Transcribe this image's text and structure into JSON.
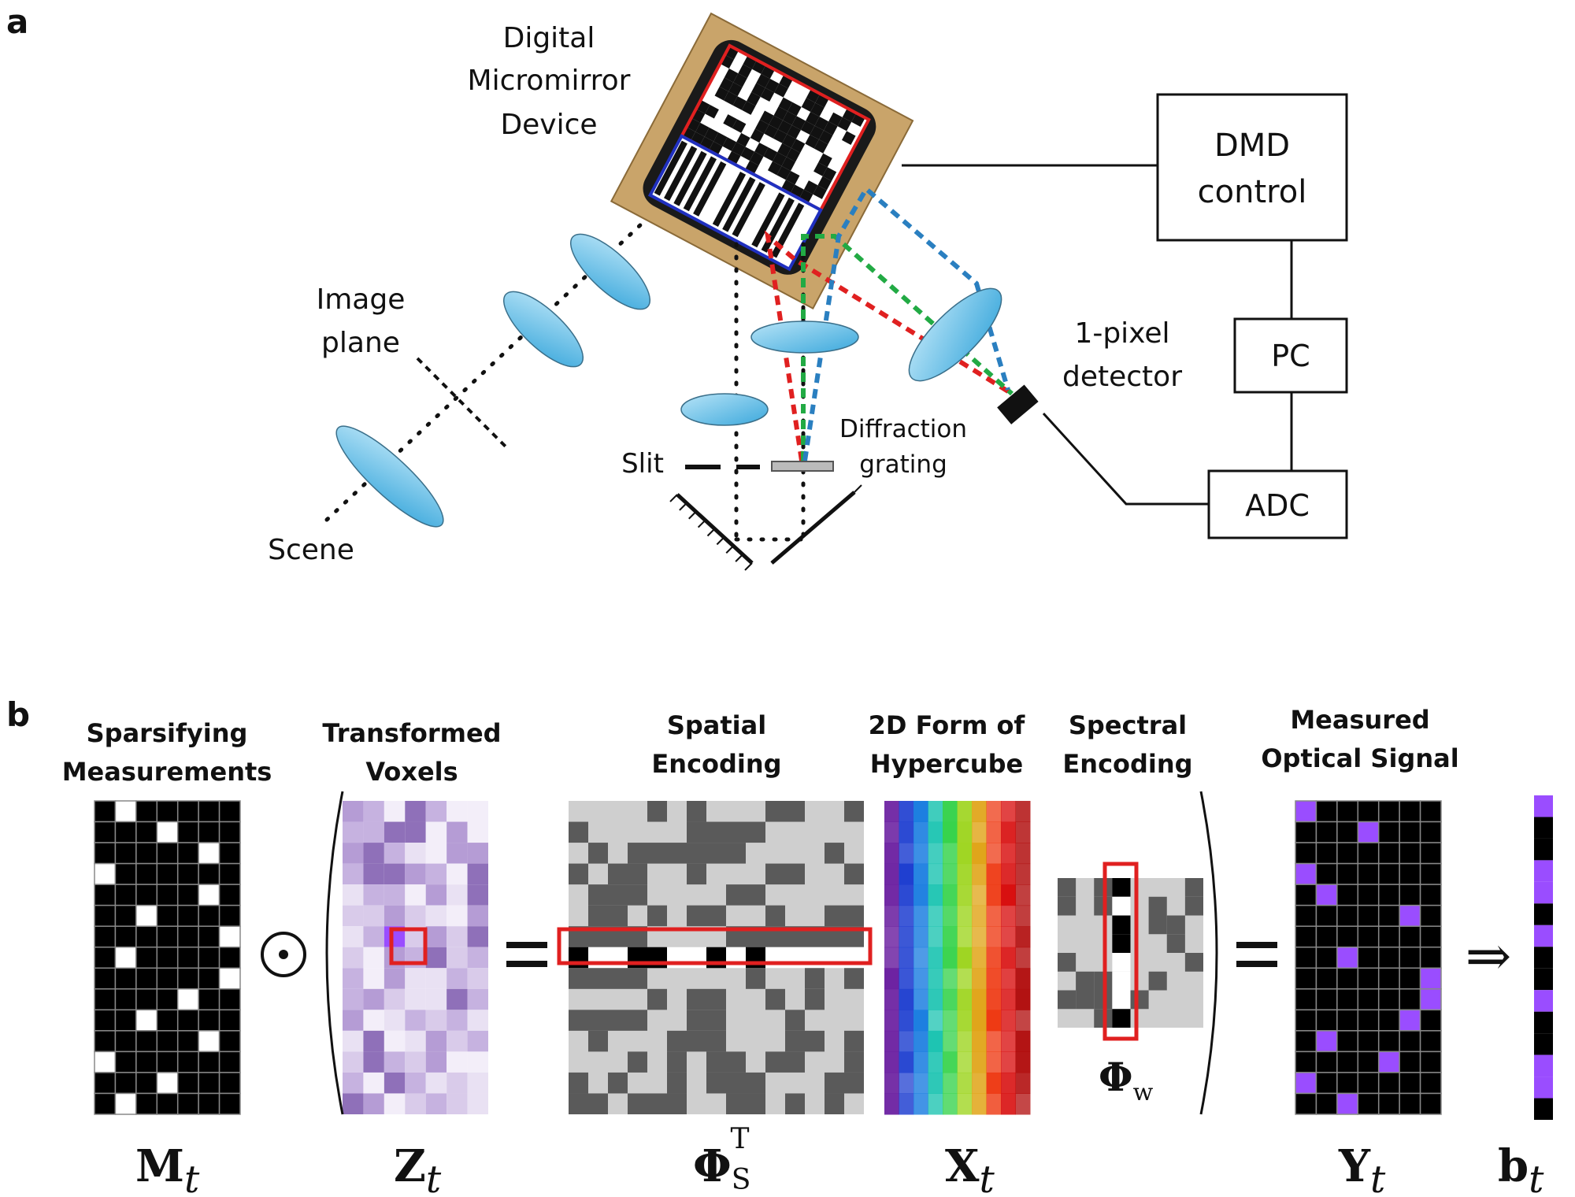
{
  "panel_a": {
    "panel_label": "a",
    "dmd_label": [
      "Digital",
      "Micromirror",
      "Device"
    ],
    "image_plane_label": [
      "Image",
      "plane"
    ],
    "scene_label": "Scene",
    "slit_label": "Slit",
    "grating_label": [
      "Diffraction",
      "grating"
    ],
    "detector_label": [
      "1-pixel",
      "detector"
    ],
    "dmd_control_label": [
      "DMD",
      "control"
    ],
    "pc_label": "PC",
    "adc_label": "ADC",
    "colors": {
      "lens": "#7ec8ea",
      "dmd_board": "#c9a46a",
      "red_path": "#e02020",
      "green_path": "#22aa44",
      "blue_path": "#2a7fc0"
    }
  },
  "panel_b": {
    "panel_label": "b",
    "titles": {
      "sparsifying": [
        "Sparsifying",
        "Measurements"
      ],
      "transformed": [
        "Transformed",
        "Voxels"
      ],
      "spatial": [
        "Spatial",
        "Encoding"
      ],
      "hypercube": [
        "2D Form of",
        "Hypercube"
      ],
      "spectral": [
        "Spectral",
        "Encoding"
      ],
      "measured": [
        "Measured",
        "Optical Signal"
      ]
    },
    "symbols": {
      "m": "M",
      "m_sub": "t",
      "z": "Z",
      "z_sub": "t",
      "phi_s": "Φ",
      "phi_s_sub": "S",
      "phi_s_sup": "T",
      "x": "X",
      "x_sub": "t",
      "phi_w": "Φ",
      "phi_w_sub": "w",
      "y": "Y",
      "y_sub": "t",
      "b": "b",
      "b_sub": "t"
    },
    "operators": {
      "hadamard": "⊙",
      "equals1": "=",
      "equals2": "=",
      "implies": "⇒"
    },
    "colors": {
      "highlight": "#9a4dff",
      "box": "#e02020",
      "spectrum": [
        "#6a1fa0",
        "#1f3fd0",
        "#1a7de0",
        "#19c3b0",
        "#35d24a",
        "#9ed520",
        "#e0a418",
        "#ee3a14",
        "#d81010",
        "#b00a0a"
      ]
    }
  }
}
